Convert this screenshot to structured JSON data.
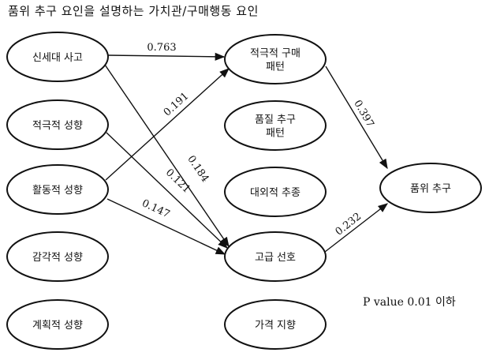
{
  "title": "품위 추구 요인을 설명하는 가치관/구매행동 요인",
  "nodes": [
    {
      "id": "n1",
      "lines": [
        "신세대 사고"
      ]
    },
    {
      "id": "n2",
      "lines": [
        "적극적 성향"
      ]
    },
    {
      "id": "n3",
      "lines": [
        "활동적 성향"
      ]
    },
    {
      "id": "n4",
      "lines": [
        "감각적 성향"
      ]
    },
    {
      "id": "n5",
      "lines": [
        "계획적 성향"
      ]
    },
    {
      "id": "m1",
      "lines": [
        "적극적 구매",
        "패턴"
      ]
    },
    {
      "id": "m2",
      "lines": [
        "품질 추구",
        "패턴"
      ]
    },
    {
      "id": "m3",
      "lines": [
        "대외적 추종"
      ]
    },
    {
      "id": "m4",
      "lines": [
        "고급 선호"
      ]
    },
    {
      "id": "m5",
      "lines": [
        "가격 지향"
      ]
    },
    {
      "id": "t1",
      "lines": [
        "품위 추구"
      ]
    }
  ],
  "edges": [
    {
      "from": "n1",
      "to": "m1",
      "label": "0.763"
    },
    {
      "from": "n3",
      "to": "m1",
      "label": "0.191"
    },
    {
      "from": "n1",
      "to": "m4",
      "label": "0.184"
    },
    {
      "from": "n2",
      "to": "m4",
      "label": "0.121"
    },
    {
      "from": "n3",
      "to": "m4",
      "label": "0.147"
    },
    {
      "from": "m1",
      "to": "t1",
      "label": "0.397"
    },
    {
      "from": "m4",
      "to": "t1",
      "label": "0.232"
    }
  ],
  "note": "P value 0.01 이하"
}
